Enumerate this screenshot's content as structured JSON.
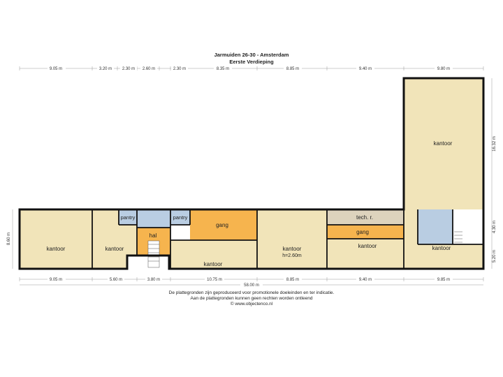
{
  "header": {
    "title": "Jarmuiden 26-30 - Amsterdam",
    "subtitle": "Eerste Verdieping"
  },
  "dimensions_top": [
    "9.05 m",
    "3.20 m",
    "2.30 m",
    "2.60 m",
    "2.30 m",
    "8.35 m",
    "8.85 m",
    "9.40 m",
    "9.80 m"
  ],
  "dimensions_bottom": [
    "9.05 m",
    "5.60 m",
    "3.80 m",
    "10.75 m",
    "8.85 m",
    "9.40 m",
    "9.85 m"
  ],
  "dimension_total": "58.00 m",
  "dimension_left": "8.60 m",
  "dimensions_right": [
    "16.32 m",
    "4.30 m",
    "5.20 m"
  ],
  "rooms": {
    "kantoor_1": "kantoor",
    "kantoor_2": "kantoor",
    "pantry_1": "pantry",
    "hal": "hal",
    "pantry_2": "pantry",
    "gang_1": "gang",
    "kantoor_3": "kantoor",
    "kantoor_4": "kantoor",
    "kantoor_4_height": "h=2.60m",
    "tech": "tech. r.",
    "gang_2": "gang",
    "kantoor_5": "kantoor",
    "kantoor_6": "kantoor",
    "kantoor_7": "kantoor"
  },
  "disclaimer": {
    "line1": "De plattegronden zijn geproduceerd voor promotionele doeleinden en ter indicatie.",
    "line2": "Aan de plattegronden kunnen geen rechten worden ontleend",
    "line3": "© www.objectenco.nl"
  },
  "colors": {
    "room_fill": "#f1e4b9",
    "corridor_fill": "#f6b44e",
    "tech_fill": "#ddd3bd",
    "wet_fill": "#b9cde2",
    "wall": "#111111"
  }
}
